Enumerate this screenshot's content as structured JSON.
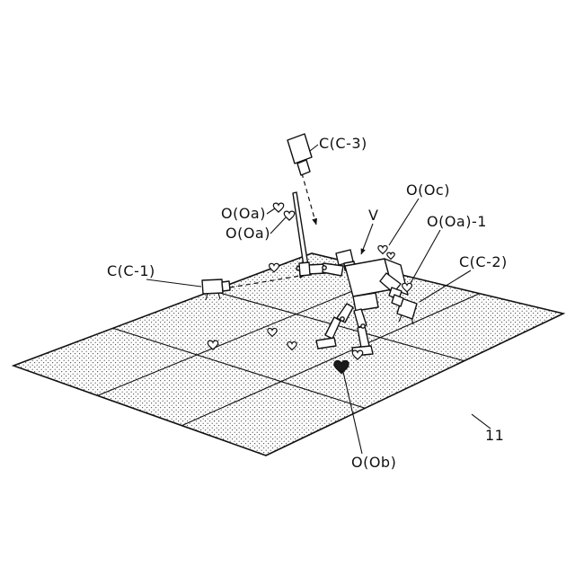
{
  "figure": {
    "kind": "patent-line-drawing",
    "colors": {
      "ink": "#111111",
      "plane_dot": "#444444",
      "heart_filled": "#1a1a1a",
      "background": "#ffffff"
    },
    "icons": {
      "camera": "camera-icon",
      "heart": "heart-icon",
      "robot": "robot-figure",
      "plane": "ground-plane"
    },
    "labels": {
      "camera3": "C(C-3)",
      "object_oa_top": "O(Oa)",
      "object_oa_bottom": "O(Oa)",
      "object_oc": "O(Oc)",
      "view_v": "V",
      "object_oa_1": "O(Oa)-1",
      "camera2": "C(C-2)",
      "camera1": "C(C-1)",
      "object_ob": "O(Ob)",
      "plane_ref": "11"
    }
  }
}
